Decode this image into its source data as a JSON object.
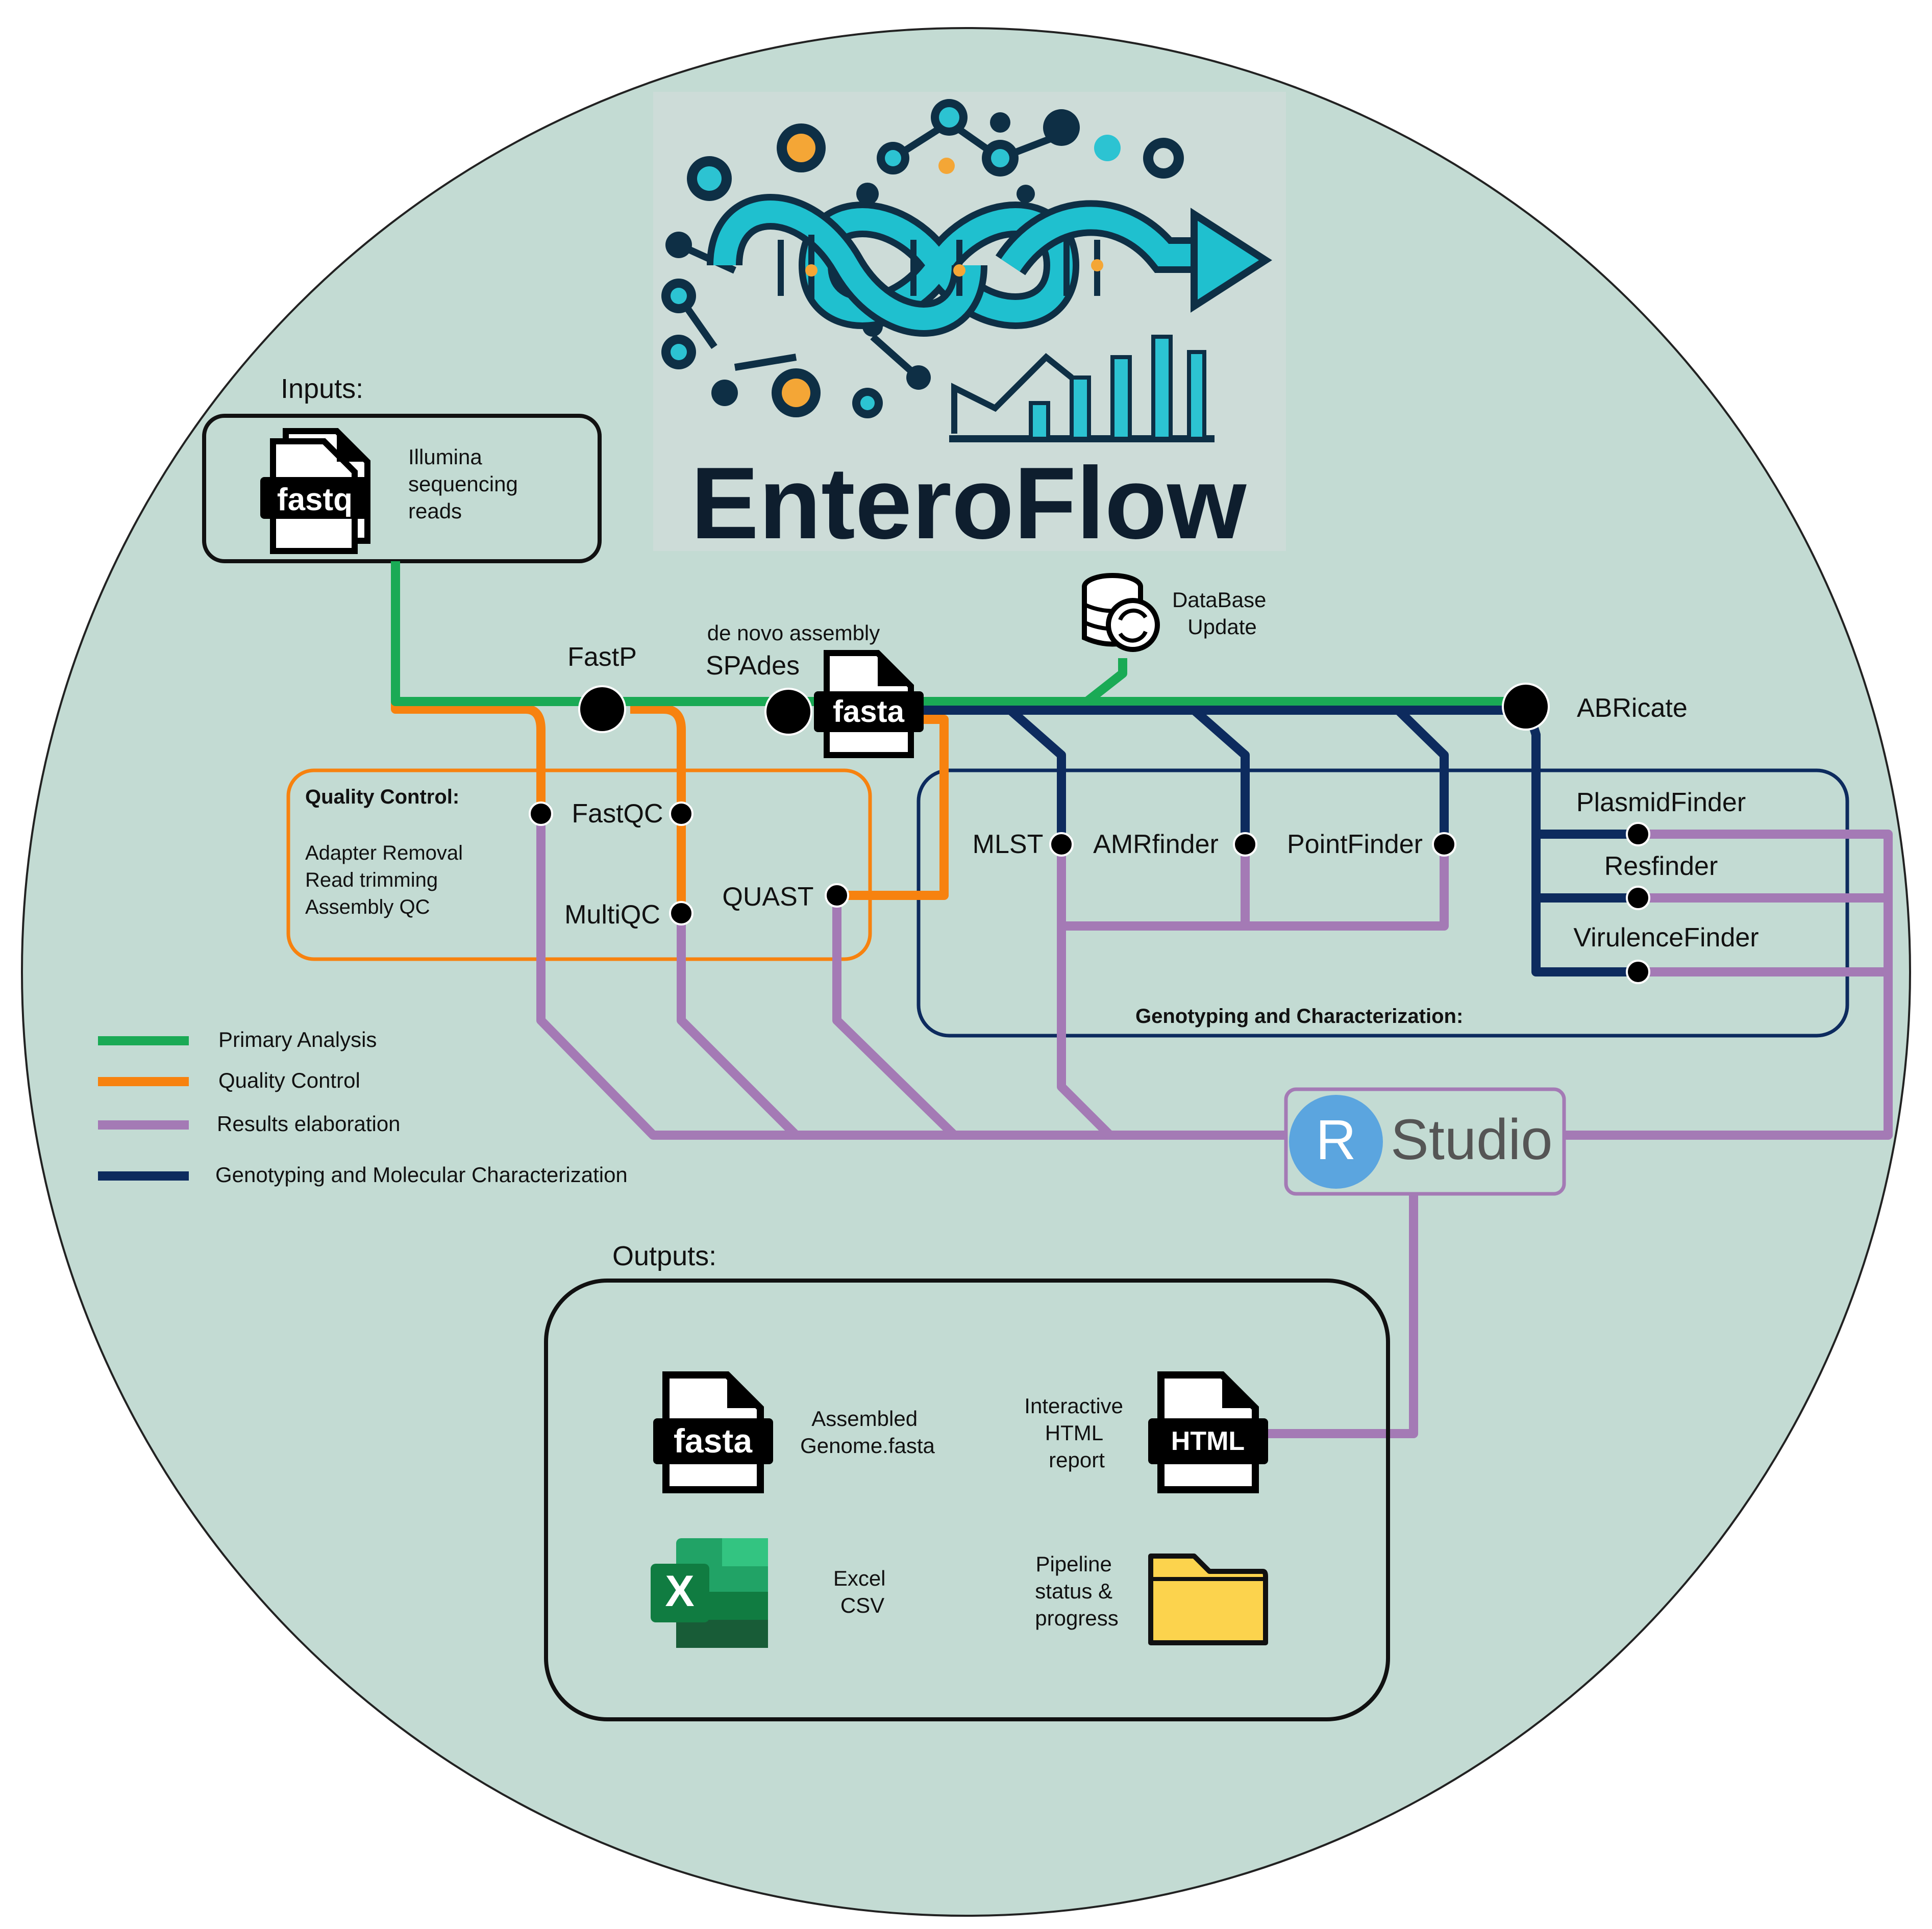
{
  "logo": {
    "title": "EnteroFlow"
  },
  "inputs": {
    "heading": "Inputs:",
    "file_badge": "fastq",
    "description": [
      "Illumina",
      "sequencing",
      "reads"
    ]
  },
  "primary": {
    "fastp": "FastP",
    "spades_caption": "de novo assembly",
    "spades": "SPAdes",
    "fasta_badge": "fasta",
    "abricate": "ABRicate",
    "database": [
      "DataBase",
      "Update"
    ]
  },
  "quality_control": {
    "title": "Quality Control:",
    "steps": [
      "Adapter Removal",
      "Read trimming",
      "Assembly QC"
    ],
    "fastqc": "FastQC",
    "multiqc": "MultiQC",
    "quast": "QUAST"
  },
  "genotyping": {
    "title": "Genotyping and Characterization:",
    "mlst": "MLST",
    "amrfinder": "AMRfinder",
    "pointfinder": "PointFinder",
    "plasmidfinder": "PlasmidFinder",
    "resfinder": "Resfinder",
    "virulencefinder": "VirulenceFinder"
  },
  "rstudio": {
    "r_letter": "R",
    "label": "Studio"
  },
  "legend": [
    {
      "label": "Primary Analysis",
      "color": "#1aaa55"
    },
    {
      "label": "Quality Control",
      "color": "#f7820f"
    },
    {
      "label": "Results elaboration",
      "color": "#a47ab5"
    },
    {
      "label": "Genotyping and Molecular Characterization",
      "color": "#0d2b5e"
    }
  ],
  "outputs": {
    "heading": "Outputs:",
    "fasta_badge": "fasta",
    "fasta_label": [
      "Assembled",
      "Genome.fasta"
    ],
    "html_badge": "HTML",
    "html_label": [
      "Interactive",
      "HTML",
      "report"
    ],
    "excel_letter": "X",
    "excel_label": [
      "Excel",
      "CSV"
    ],
    "status_label": [
      "Pipeline",
      "status &",
      "progress"
    ]
  },
  "colors": {
    "background_circle": "#c3dbd3",
    "primary": "#1aaa55",
    "quality": "#f7820f",
    "results": "#a47ab5",
    "genotyping": "#0d2b5e"
  }
}
